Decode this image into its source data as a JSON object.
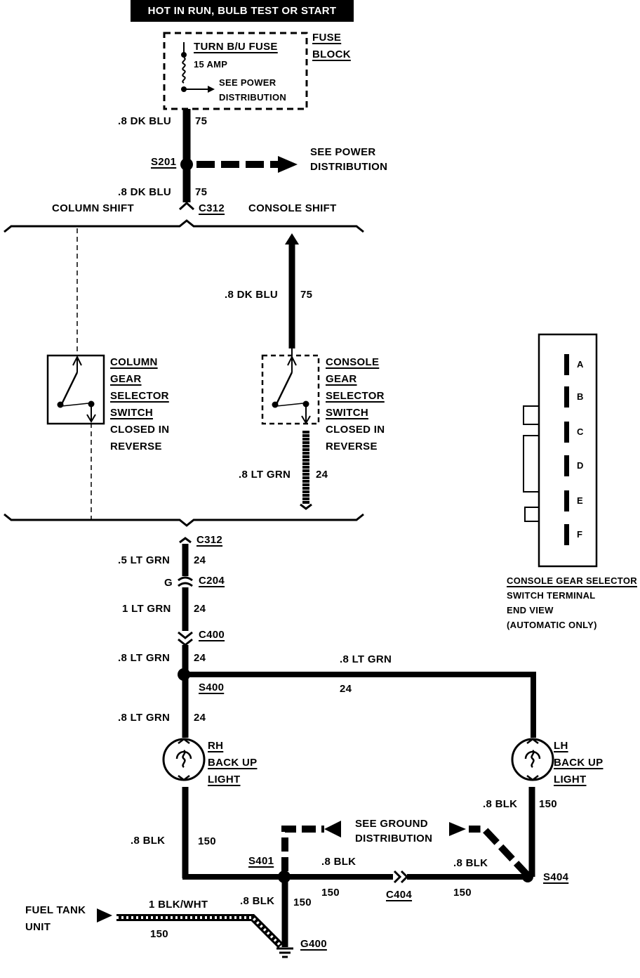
{
  "banner": "HOT IN RUN, BULB TEST OR START",
  "fuse_block": {
    "label": [
      "FUSE",
      "BLOCK"
    ],
    "fuse_name": "TURN B/U FUSE",
    "rating": "15 AMP",
    "see_power": [
      "SEE POWER",
      "DISTRIBUTION"
    ]
  },
  "wires": {
    "dk_blu": ".8 DK BLU",
    "circuit_75": "75",
    "lt_grn_8": ".8 LT GRN",
    "lt_grn_5": ".5 LT GRN",
    "lt_grn_1": "1 LT GRN",
    "circuit_24": "24",
    "blk_8": ".8 BLK",
    "circuit_150": "150",
    "blk_wht": "1 BLK/WHT",
    "g_letter": "G"
  },
  "splices": {
    "s201": "S201",
    "s400": "S400",
    "s401": "S401",
    "s404": "S404"
  },
  "connectors": {
    "c312": "C312",
    "c204": "C204",
    "c400": "C400",
    "c404": "C404"
  },
  "ground": "G400",
  "see_power_dist": [
    "SEE POWER",
    "DISTRIBUTION"
  ],
  "see_ground_dist": [
    "SEE GROUND",
    "DISTRIBUTION"
  ],
  "shift": {
    "column": "COLUMN SHIFT",
    "console": "CONSOLE SHIFT"
  },
  "column_switch": {
    "title": [
      "COLUMN",
      "GEAR",
      "SELECTOR",
      "SWITCH"
    ],
    "state": [
      "CLOSED IN",
      "REVERSE"
    ]
  },
  "console_switch": {
    "title": [
      "CONSOLE",
      "GEAR",
      "SELECTOR",
      "SWITCH"
    ],
    "state": [
      "CLOSED IN",
      "REVERSE"
    ]
  },
  "rh_light": [
    "RH",
    "BACK UP",
    "LIGHT"
  ],
  "lh_light": [
    "LH",
    "BACK UP",
    "LIGHT"
  ],
  "fuel_tank": [
    "FUEL TANK",
    "UNIT"
  ],
  "end_view": {
    "terminals": [
      "A",
      "B",
      "C",
      "D",
      "E",
      "F"
    ],
    "caption": [
      "CONSOLE GEAR SELECTOR",
      "SWITCH TERMINAL",
      "END VIEW",
      "(AUTOMATIC ONLY)"
    ]
  }
}
